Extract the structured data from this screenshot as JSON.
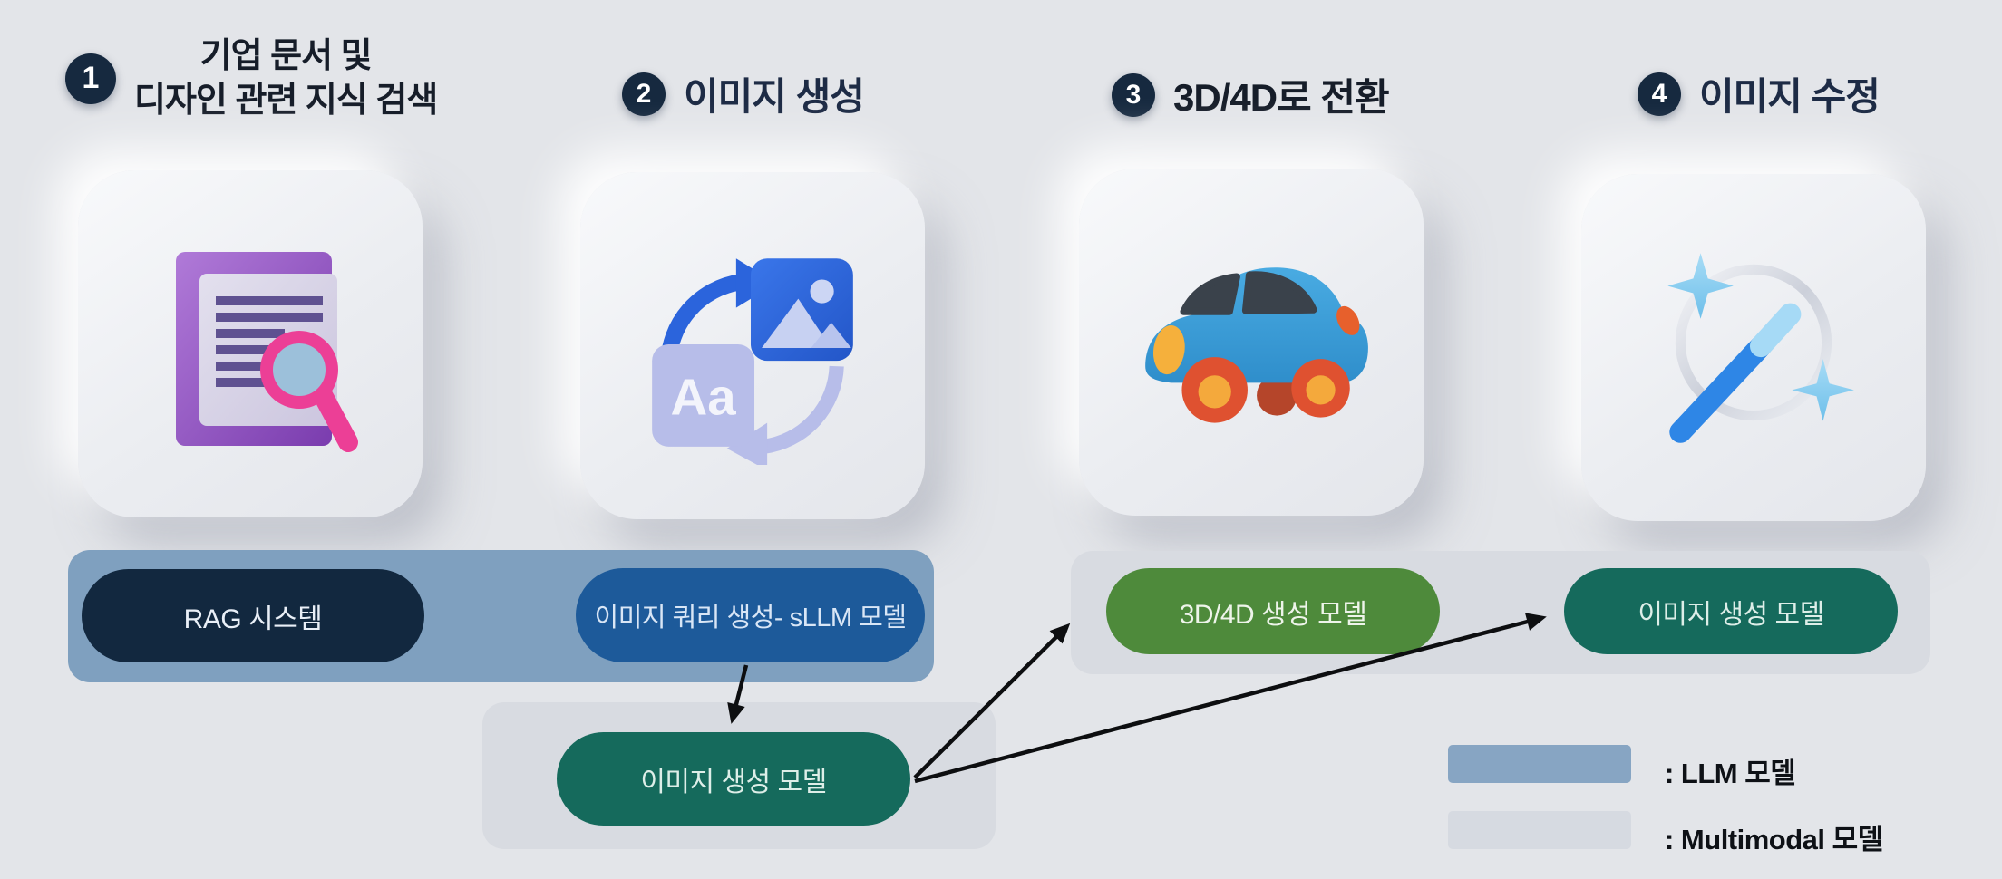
{
  "steps": [
    {
      "number": "1",
      "title_lines": [
        "기업 문서 및",
        "디자인 관련 지식 검색"
      ],
      "icon": "document-search-icon"
    },
    {
      "number": "2",
      "title_lines": [
        "이미지 생성"
      ],
      "icon": "text-to-image-icon"
    },
    {
      "number": "3",
      "title_lines": [
        "3D/4D로 전환"
      ],
      "icon": "toy-car-icon"
    },
    {
      "number": "4",
      "title_lines": [
        "이미지 수정"
      ],
      "icon": "magic-wand-icon"
    }
  ],
  "pills": {
    "rag": "RAG 시스템",
    "sllm": "이미지 쿼리 생성- sLLM 모델",
    "gen_3d4d": "3D/4D 생성 모델",
    "image_gen_right": "이미지 생성 모델",
    "image_gen_bottom": "이미지 생성 모델"
  },
  "legend": [
    {
      "label": ": LLM 모델",
      "swatch_color": "#87a5c3"
    },
    {
      "label": ": Multimodal 모델",
      "swatch_color": "#d6dae1"
    }
  ],
  "colors": {
    "background": "#e3e5e9",
    "badge": "#16293f",
    "llm_band": "#7fa0bf",
    "multimodal_band": "#d8dbe1",
    "rag_pill": "#12283f",
    "sllm_pill": "#1d5a9a",
    "green_pill": "#4e8a3b",
    "teal_pill": "#156a5c",
    "arrow": "#0d0e10"
  }
}
